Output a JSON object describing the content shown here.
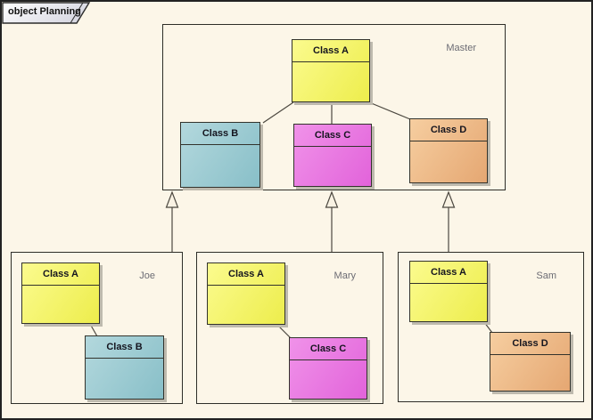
{
  "diagram": {
    "title": "object Planning"
  },
  "frames": {
    "master": {
      "label": "Master",
      "classes": [
        {
          "name": "Class A",
          "fill": "yellow"
        },
        {
          "name": "Class B",
          "fill": "blue"
        },
        {
          "name": "Class C",
          "fill": "magenta"
        },
        {
          "name": "Class D",
          "fill": "orange"
        }
      ]
    },
    "joe": {
      "label": "Joe",
      "classes": [
        {
          "name": "Class A",
          "fill": "yellow"
        },
        {
          "name": "Class B",
          "fill": "blue"
        }
      ]
    },
    "mary": {
      "label": "Mary",
      "classes": [
        {
          "name": "Class A",
          "fill": "yellow"
        },
        {
          "name": "Class C",
          "fill": "magenta"
        }
      ]
    },
    "sam": {
      "label": "Sam",
      "classes": [
        {
          "name": "Class A",
          "fill": "yellow"
        },
        {
          "name": "Class D",
          "fill": "orange"
        }
      ]
    }
  },
  "relationships": [
    {
      "type": "generalization",
      "from": "Joe",
      "to": "Master"
    },
    {
      "type": "generalization",
      "from": "Mary",
      "to": "Master"
    },
    {
      "type": "generalization",
      "from": "Sam",
      "to": "Master"
    },
    {
      "type": "association",
      "from": "Class A",
      "to": "Class B",
      "frame": "Master"
    },
    {
      "type": "association",
      "from": "Class A",
      "to": "Class C",
      "frame": "Master"
    },
    {
      "type": "association",
      "from": "Class A",
      "to": "Class D",
      "frame": "Master"
    },
    {
      "type": "association",
      "from": "Class A",
      "to": "Class B",
      "frame": "Joe"
    },
    {
      "type": "association",
      "from": "Class A",
      "to": "Class C",
      "frame": "Mary"
    },
    {
      "type": "association",
      "from": "Class A",
      "to": "Class D",
      "frame": "Sam"
    }
  ],
  "colors": {
    "background": "#FCF6E8",
    "canvas_border": "#222222",
    "frame_border": "#2E2E28",
    "class_border": "#33332C",
    "connector": "#4C4840",
    "triangle_fill": "#F9F2E3",
    "shadow": "#BEBAAE",
    "label_text": "#6C6C74",
    "class_text": "#15151F",
    "tab_text": "#111111",
    "tab_fill_light": "#FFFFFF",
    "tab_fill_dark": "#D8D8E2",
    "fills": {
      "yellow": {
        "light": "#FBFB8E",
        "dark": "#EDED4C"
      },
      "blue": {
        "light": "#B3D8DD",
        "dark": "#88BFC8"
      },
      "magenta": {
        "light": "#F092E9",
        "dark": "#E263DA"
      },
      "orange": {
        "light": "#F6CEA0",
        "dark": "#E5A772"
      }
    }
  }
}
